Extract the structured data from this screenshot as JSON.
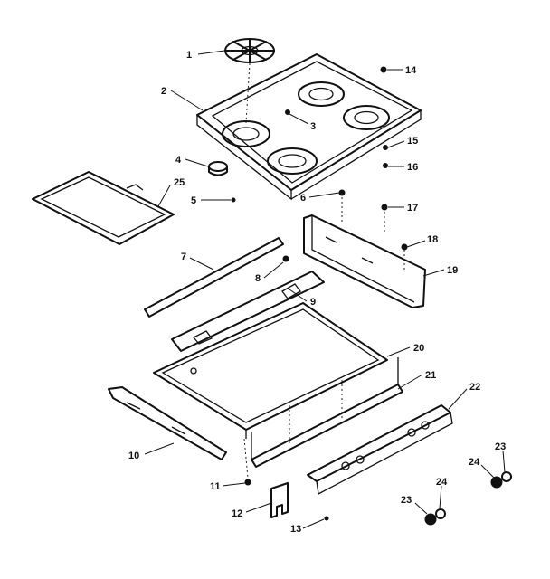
{
  "callouts": [
    {
      "id": "1",
      "label": "1"
    },
    {
      "id": "2",
      "label": "2"
    },
    {
      "id": "3",
      "label": "3"
    },
    {
      "id": "4",
      "label": "4"
    },
    {
      "id": "5",
      "label": "5"
    },
    {
      "id": "6",
      "label": "6"
    },
    {
      "id": "7",
      "label": "7"
    },
    {
      "id": "8",
      "label": "8"
    },
    {
      "id": "9",
      "label": "9"
    },
    {
      "id": "10",
      "label": "10"
    },
    {
      "id": "11",
      "label": "11"
    },
    {
      "id": "12",
      "label": "12"
    },
    {
      "id": "13",
      "label": "13"
    },
    {
      "id": "14",
      "label": "14"
    },
    {
      "id": "15",
      "label": "15"
    },
    {
      "id": "16",
      "label": "16"
    },
    {
      "id": "17",
      "label": "17"
    },
    {
      "id": "18",
      "label": "18"
    },
    {
      "id": "19",
      "label": "19"
    },
    {
      "id": "20",
      "label": "20"
    },
    {
      "id": "21",
      "label": "21"
    },
    {
      "id": "22",
      "label": "22"
    },
    {
      "id": "23a",
      "label": "23"
    },
    {
      "id": "23b",
      "label": "23"
    },
    {
      "id": "24a",
      "label": "24"
    },
    {
      "id": "24b",
      "label": "24"
    },
    {
      "id": "25",
      "label": "25"
    }
  ]
}
